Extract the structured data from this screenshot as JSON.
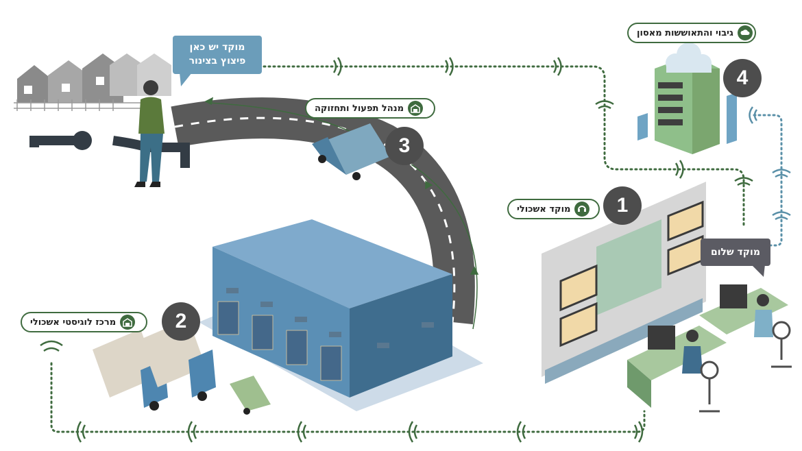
{
  "labels": {
    "call_center": "מוקד אשכולי",
    "logistics": "מרכז לוגיסטי אשכולי",
    "maintenance": "מנהל תפעול ותחזוקה",
    "backup": "גיבוי והתאוששות מאסון"
  },
  "numbers": {
    "one": "1",
    "two": "2",
    "three": "3",
    "four": "4"
  },
  "speech": {
    "resident_line1": "מוקד יש כאן",
    "resident_line2": "פיצוץ בצינור",
    "operator": "מוקד שלום"
  },
  "colors": {
    "network_line": "#3f6b3f",
    "wifi_blue": "#5a90a8",
    "building": "#5b8fb5",
    "road": "#5a5a5a",
    "server": "#8fbf8a",
    "number_badge": "#4d4d4d"
  },
  "icons": [
    "headset-icon",
    "warehouse-icon",
    "van-icon",
    "cloud-icon",
    "wifi-icon"
  ]
}
